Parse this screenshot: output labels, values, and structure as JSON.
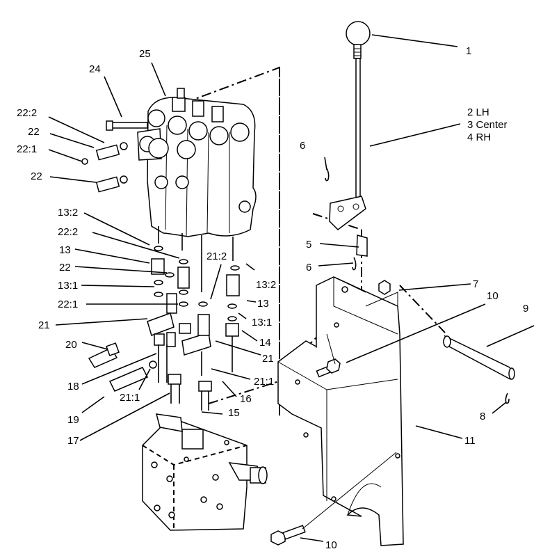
{
  "callouts": {
    "c1": "1",
    "c2": "2 LH",
    "c3": "3 Center",
    "c4": "4 RH",
    "c5": "5",
    "c6a": "6",
    "c6b": "6",
    "c7": "7",
    "c8": "8",
    "c9": "9",
    "c10a": "10",
    "c10b": "10",
    "c11": "11",
    "c13a": "13",
    "c13b": "13",
    "c13_1a": "13:1",
    "c13_1b": "13:1",
    "c13_2a": "13:2",
    "c13_2b": "13:2",
    "c14": "14",
    "c15": "15",
    "c16": "16",
    "c17": "17",
    "c18": "18",
    "c19": "19",
    "c20": "20",
    "c21a": "21",
    "c21b": "21",
    "c21_1a": "21:1",
    "c21_1b": "21:1",
    "c21_2": "21:2",
    "c22a": "22",
    "c22b": "22",
    "c22c": "22",
    "c22_1a": "22:1",
    "c22_1b": "22:1",
    "c22_2a": "22:2",
    "c22_2b": "22:2",
    "c24": "24",
    "c25": "25"
  }
}
